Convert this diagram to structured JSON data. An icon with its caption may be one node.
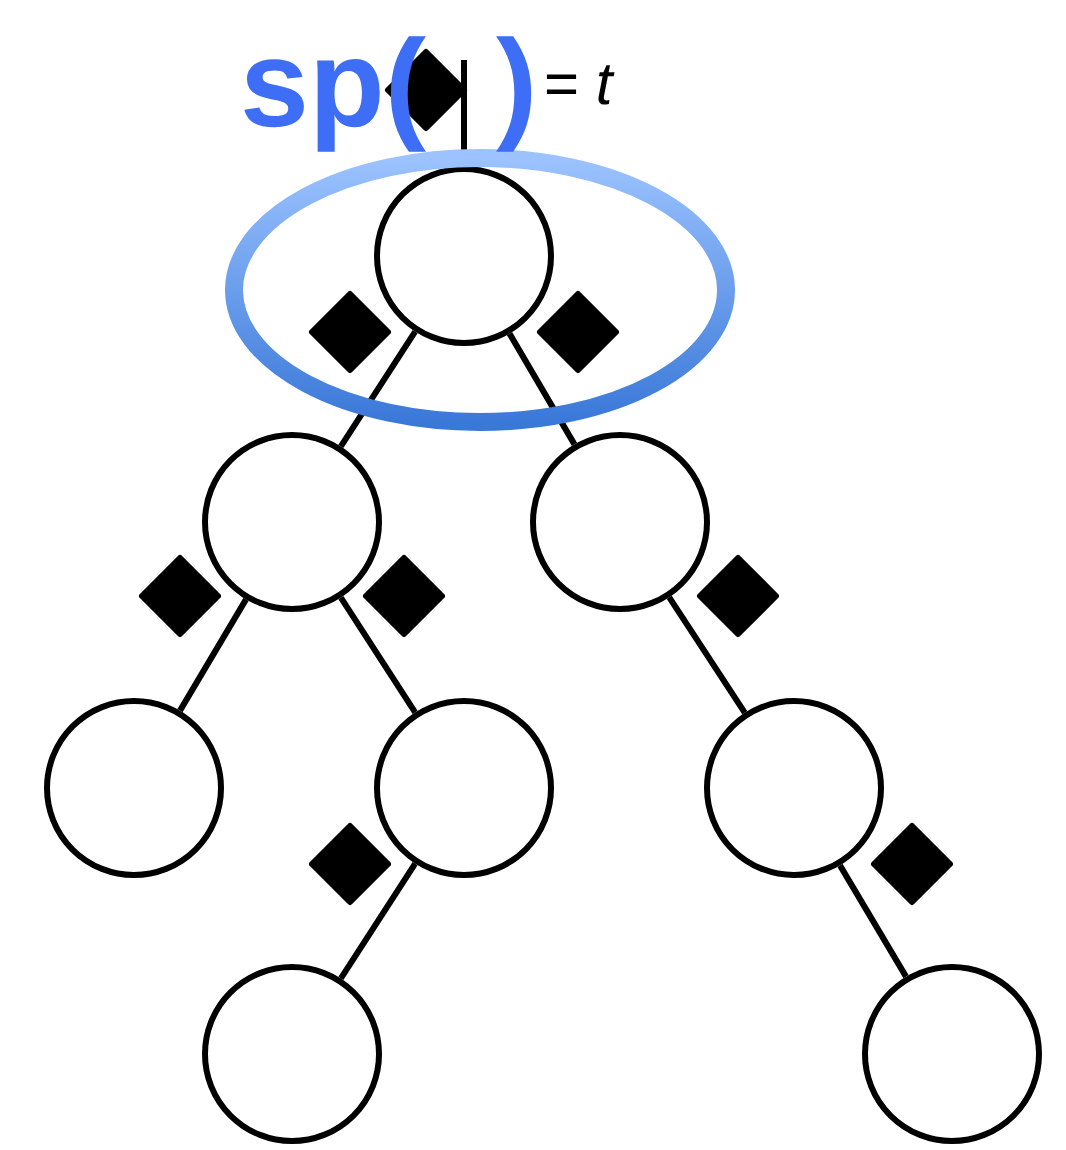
{
  "diagram": {
    "nodes": [
      {
        "text": [],
        "shape": "circle"
      },
      {
        "text": [],
        "shape": "circle"
      },
      {
        "text": [],
        "shape": "circle"
      },
      {
        "text": [],
        "shape": "circle"
      },
      {
        "text": [],
        "shape": "circle"
      },
      {
        "text": [],
        "shape": "circle"
      },
      {
        "text": [],
        "shape": "circle"
      },
      {
        "text": [],
        "shape": "circle"
      }
    ],
    "edges": [
      {
        "from": null,
        "to": 0,
        "arrow": "none"
      },
      {
        "from": 0,
        "to": 1,
        "arrow": "none"
      },
      {
        "from": 0,
        "to": 2,
        "arrow": "none"
      },
      {
        "from": 1,
        "to": 3,
        "arrow": "none"
      },
      {
        "from": 1,
        "to": 4,
        "arrow": "none"
      },
      {
        "from": 2,
        "to": 5,
        "arrow": "none"
      },
      {
        "from": 4,
        "to": 6,
        "arrow": "none"
      },
      {
        "from": 5,
        "to": 7,
        "arrow": "none"
      }
    ],
    "labels": [
      "sp(",
      ")",
      "= *t*"
    ]
  }
}
